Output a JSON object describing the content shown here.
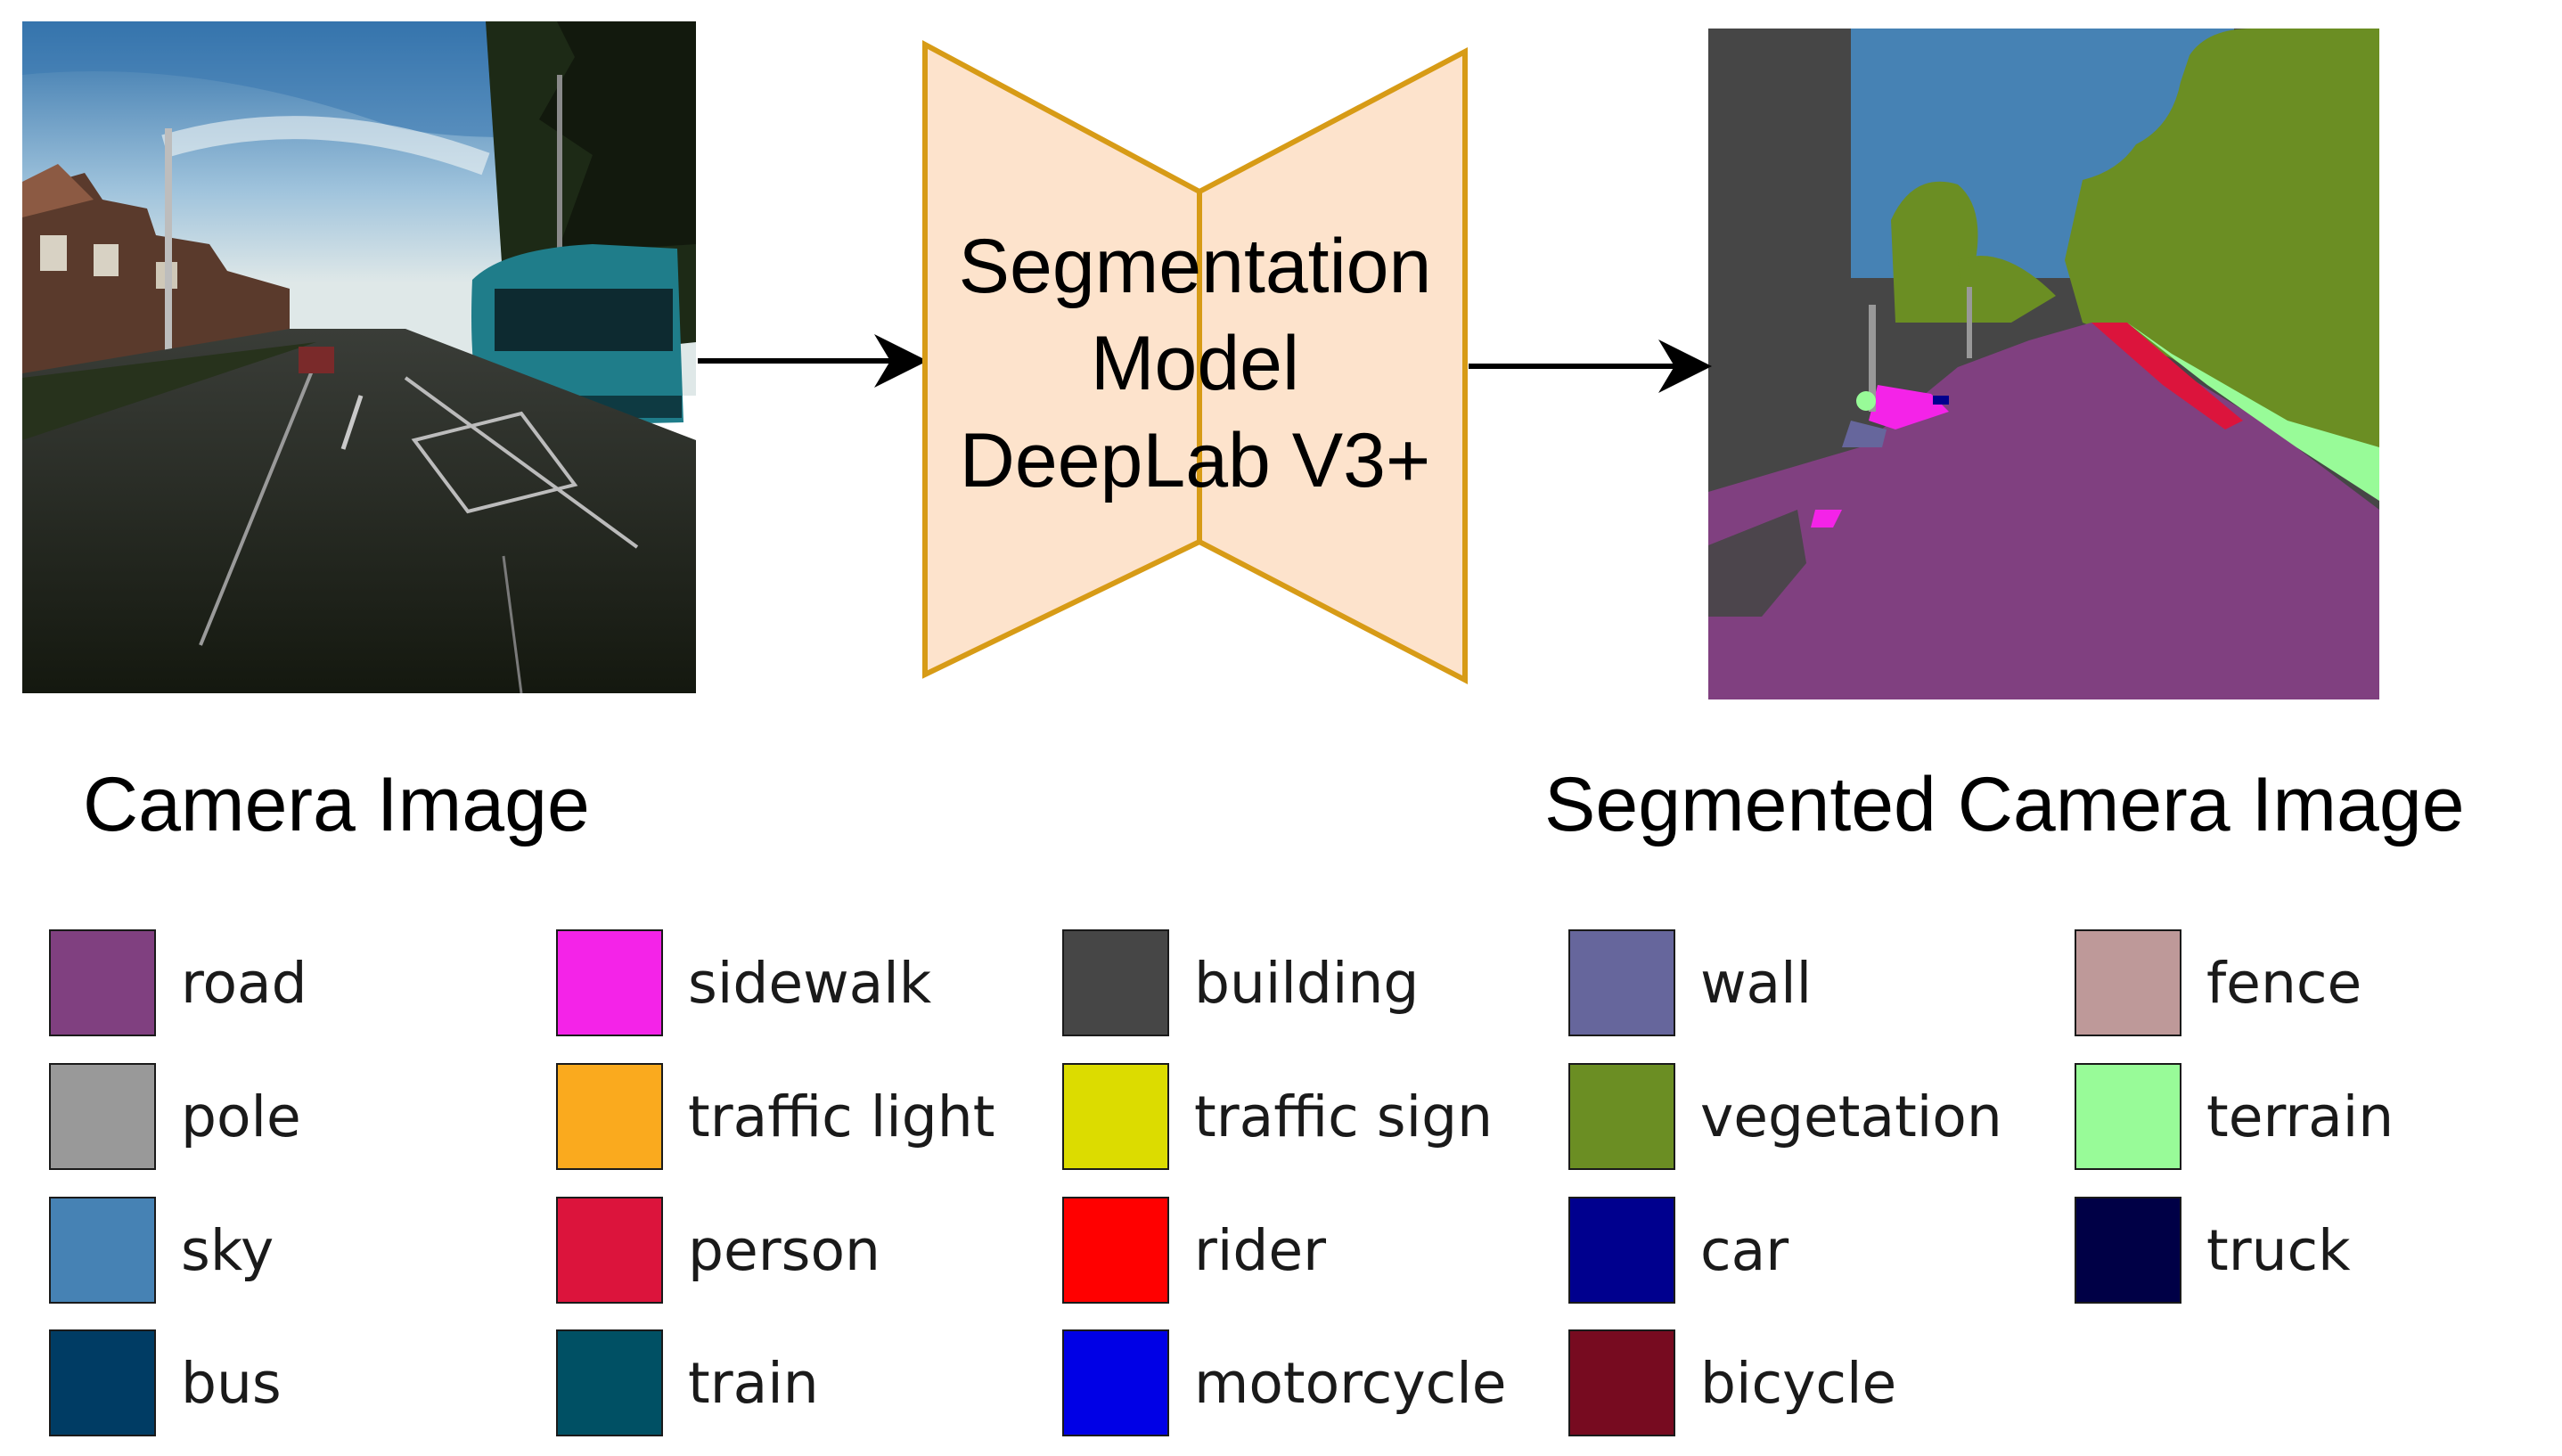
{
  "model": {
    "lines": [
      "Segmentation",
      "Model",
      "DeepLab V3+"
    ],
    "fill": "#fde3cc",
    "stroke": "#d79b16"
  },
  "captions": {
    "camera": "Camera Image",
    "segmented": "Segmented Camera Image"
  },
  "legend": [
    {
      "label": "road",
      "color": "#804080"
    },
    {
      "label": "sidewalk",
      "color": "#f423e8"
    },
    {
      "label": "building",
      "color": "#464646"
    },
    {
      "label": "wall",
      "color": "#66669c"
    },
    {
      "label": "fence",
      "color": "#be9999"
    },
    {
      "label": "pole",
      "color": "#999999"
    },
    {
      "label": "traffic light",
      "color": "#faaa1e"
    },
    {
      "label": "traffic sign",
      "color": "#dcdc00"
    },
    {
      "label": "vegetation",
      "color": "#6b8e23"
    },
    {
      "label": "terrain",
      "color": "#98fb98"
    },
    {
      "label": "sky",
      "color": "#4682b4"
    },
    {
      "label": "person",
      "color": "#dc143c"
    },
    {
      "label": "rider",
      "color": "#ff0000"
    },
    {
      "label": "car",
      "color": "#00008e"
    },
    {
      "label": "truck",
      "color": "#000046"
    },
    {
      "label": "bus",
      "color": "#003c64"
    },
    {
      "label": "train",
      "color": "#005064"
    },
    {
      "label": "motorcycle",
      "color": "#0000e6"
    },
    {
      "label": "bicycle",
      "color": "#770b20"
    }
  ]
}
